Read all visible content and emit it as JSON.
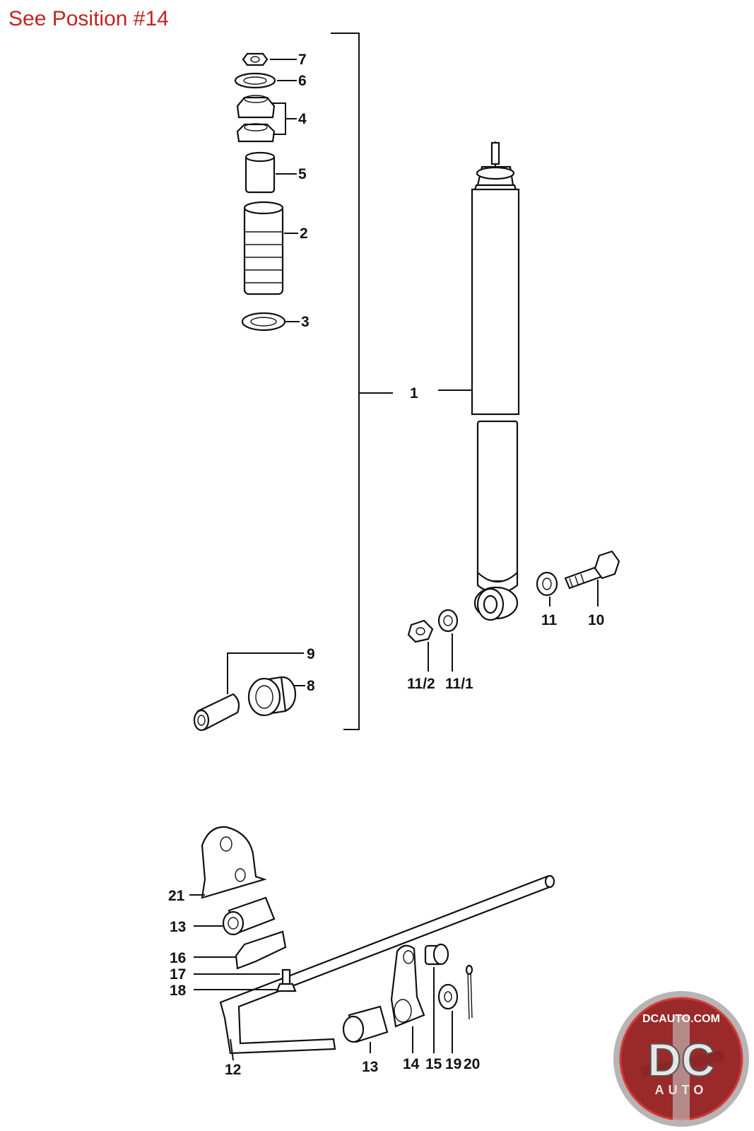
{
  "note": "See Position #14",
  "callouts": {
    "c1": "1",
    "c2": "2",
    "c3": "3",
    "c4": "4",
    "c5": "5",
    "c6": "6",
    "c7": "7",
    "c8": "8",
    "c9": "9",
    "c10": "10",
    "c11": "11",
    "c11_1": "11/1",
    "c11_2": "11/2",
    "c12": "12",
    "c13a": "13",
    "c13b": "13",
    "c14": "14",
    "c15": "15",
    "c16": "16",
    "c17": "17",
    "c18": "18",
    "c19": "19",
    "c20": "20",
    "c21": "21"
  },
  "badge": {
    "site": "DCAUTO.COM",
    "letters": "DC",
    "word": "AUTO",
    "colors": {
      "ring": "#b9b4b4",
      "inner": "#9a2a2a",
      "accent": "#d33a3a",
      "metal": "#c9c9c9"
    }
  }
}
